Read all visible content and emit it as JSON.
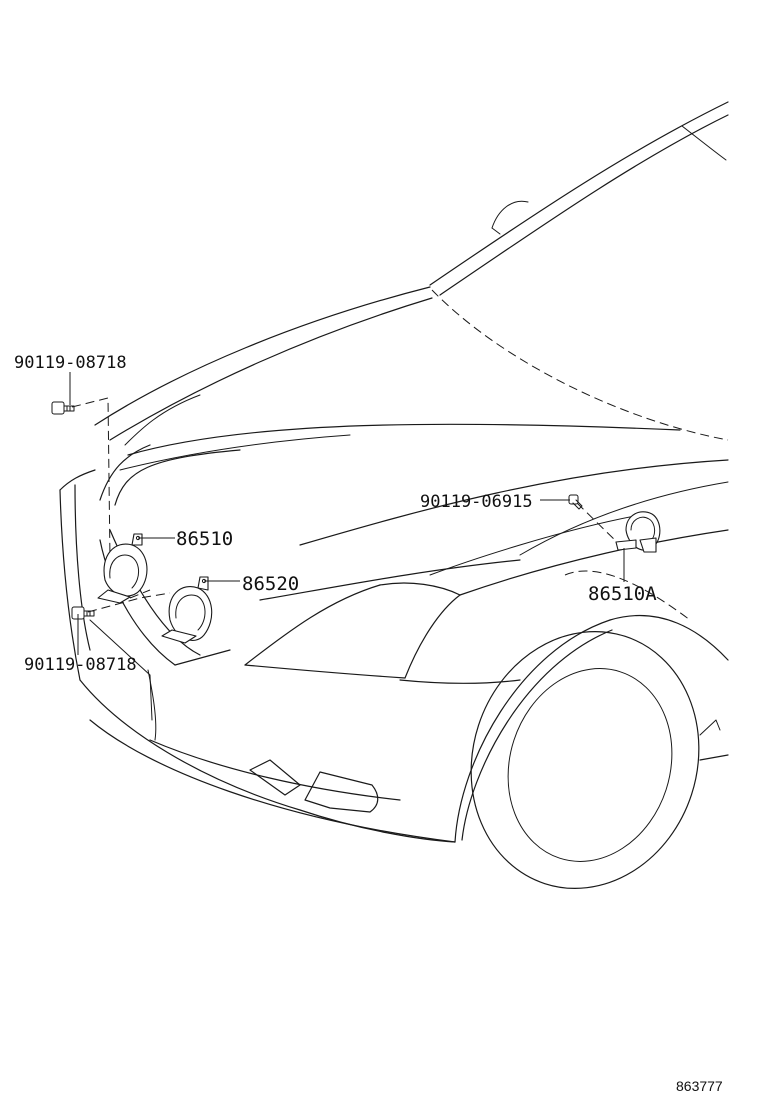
{
  "callouts": {
    "bolt_upper_left": "90119-08718",
    "horn_high": "86510",
    "horn_low": "86520",
    "bolt_lower_left": "90119-08718",
    "bolt_right": "90119-06915",
    "horn_right": "86510A"
  },
  "figure_number": "863777",
  "icons": {
    "horn": "horn-icon",
    "bolt": "bolt-icon"
  }
}
